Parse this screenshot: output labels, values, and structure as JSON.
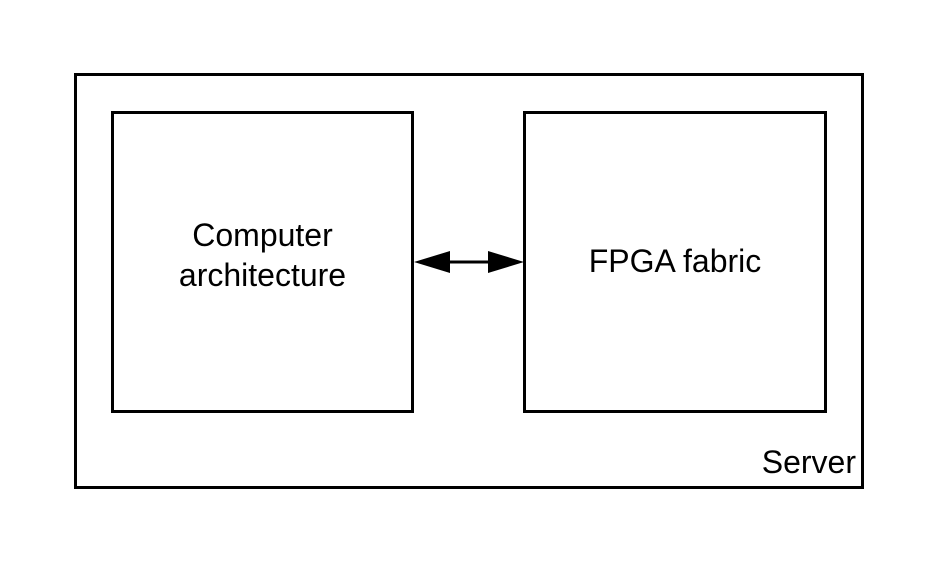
{
  "diagram": {
    "container": {
      "label": "Server"
    },
    "nodes": [
      {
        "id": "cpu",
        "label_line1": "Computer",
        "label_line2": "architecture"
      },
      {
        "id": "fpga",
        "label": "FPGA fabric"
      }
    ],
    "edges": [
      {
        "from": "cpu",
        "to": "fpga",
        "direction": "bidirectional"
      }
    ],
    "colors": {
      "stroke": "#000000",
      "fill": "#ffffff",
      "text": "#000000"
    }
  }
}
